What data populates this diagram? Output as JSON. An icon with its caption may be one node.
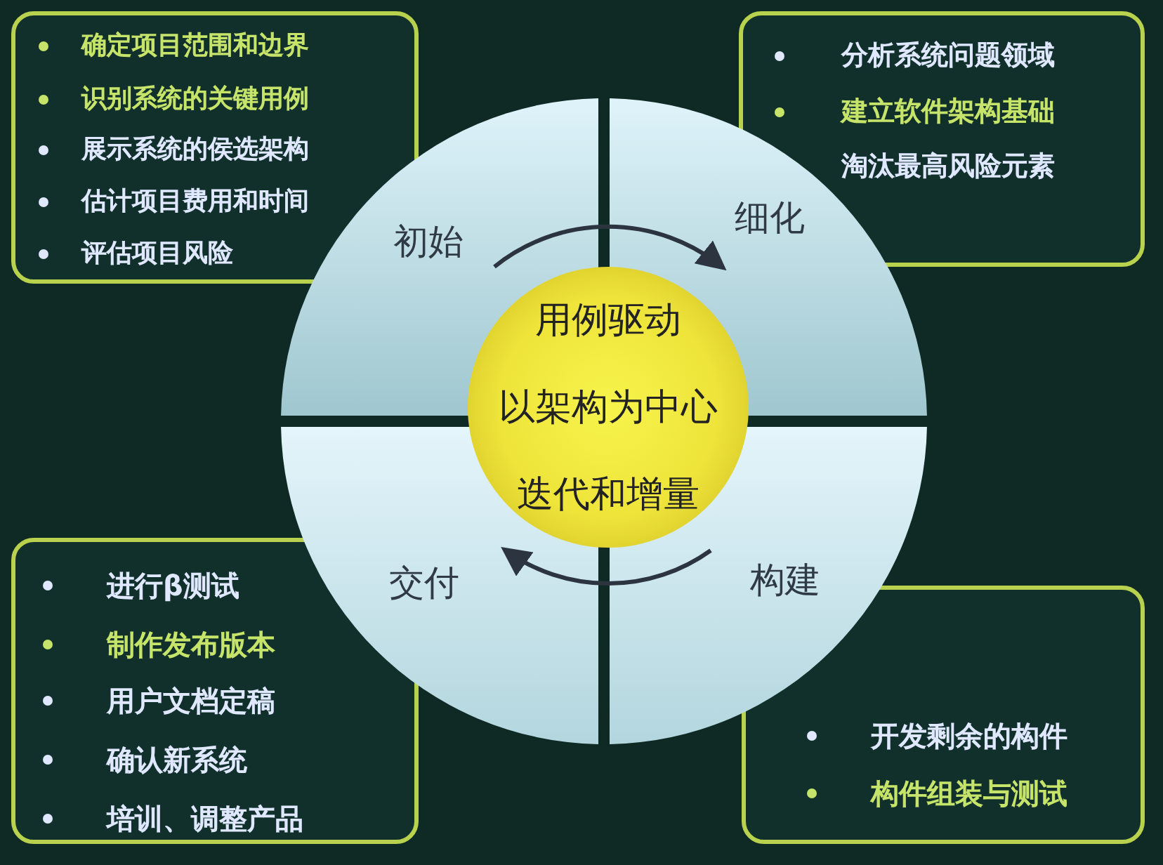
{
  "diagram": {
    "nodes": [
      {
        "text": [
          "确定项目范围和边界",
          "识别系统的关键用例",
          "展示系统的侯选架构",
          "估计项目费用和时间",
          "评估项目风险"
        ]
      },
      {
        "text": [
          "分析系统问题领域",
          "建立软件架构基础",
          "淘汰最高风险元素"
        ]
      },
      {
        "text": [
          "初始"
        ]
      },
      {
        "text": [
          "细化"
        ]
      },
      {
        "text": [
          "用例驱动",
          "以架构为中心",
          "迭代和增量"
        ]
      },
      {
        "text": [
          "交付"
        ]
      },
      {
        "text": [
          "构建"
        ]
      },
      {
        "text": [
          "进行β测试",
          "制作发布版本",
          "用户文档定稿",
          "确认新系统",
          "培训、调整产品"
        ]
      },
      {
        "text": [
          "开发剩余的构件",
          "构件组装与测试"
        ]
      }
    ],
    "edges": [
      {
        "from": 2,
        "to": 3,
        "arrow": "to"
      },
      {
        "from": 6,
        "to": 5,
        "arrow": "to"
      }
    ]
  }
}
